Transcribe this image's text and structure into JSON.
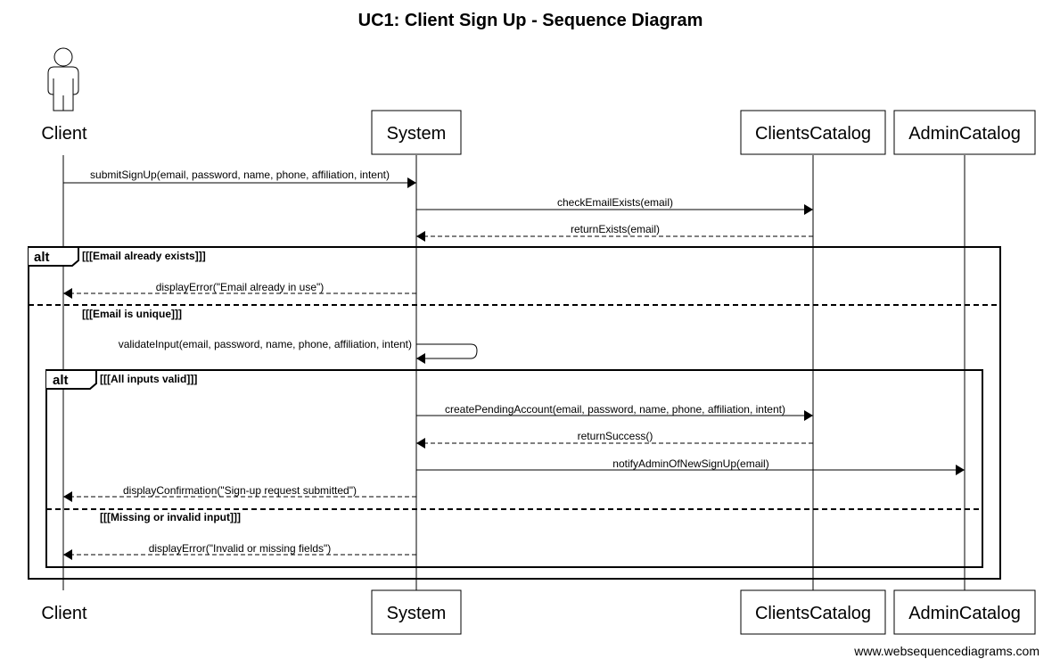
{
  "title": "UC1: Client Sign Up - Sequence Diagram",
  "footer": "www.websequencediagrams.com",
  "participants": [
    {
      "id": "client",
      "name": "Client",
      "kind": "actor"
    },
    {
      "id": "system",
      "name": "System",
      "kind": "box"
    },
    {
      "id": "clients",
      "name": "ClientsCatalog",
      "kind": "box"
    },
    {
      "id": "admin",
      "name": "AdminCatalog",
      "kind": "box"
    }
  ],
  "messages": [
    {
      "from": "client",
      "to": "system",
      "label": "submitSignUp(email, password, name, phone, affiliation, intent)",
      "style": "solid"
    },
    {
      "from": "system",
      "to": "clients",
      "label": "checkEmailExists(email)",
      "style": "solid"
    },
    {
      "from": "clients",
      "to": "system",
      "label": "returnExists(email)",
      "style": "dashed"
    },
    {
      "from": "system",
      "to": "client",
      "label": "displayError(\"Email already in use\")",
      "style": "dashed"
    },
    {
      "from": "system",
      "to": "system",
      "label": "validateInput(email, password, name, phone, affiliation, intent)",
      "style": "self"
    },
    {
      "from": "system",
      "to": "clients",
      "label": "createPendingAccount(email, password, name, phone, affiliation, intent)",
      "style": "solid"
    },
    {
      "from": "clients",
      "to": "system",
      "label": "returnSuccess()",
      "style": "dashed"
    },
    {
      "from": "system",
      "to": "admin",
      "label": "notifyAdminOfNewSignUp(email)",
      "style": "solid"
    },
    {
      "from": "system",
      "to": "client",
      "label": "displayConfirmation(\"Sign-up request submitted\")",
      "style": "dashed"
    },
    {
      "from": "system",
      "to": "client",
      "label": "displayError(\"Invalid or missing fields\")",
      "style": "dashed"
    }
  ],
  "fragments": [
    {
      "keyword": "alt",
      "guards": [
        "[[[Email already exists]]]",
        "[[[Email is unique]]]"
      ]
    },
    {
      "keyword": "alt",
      "guards": [
        "[[[All inputs valid]]]",
        "[[[Missing or invalid input]]]"
      ]
    }
  ]
}
